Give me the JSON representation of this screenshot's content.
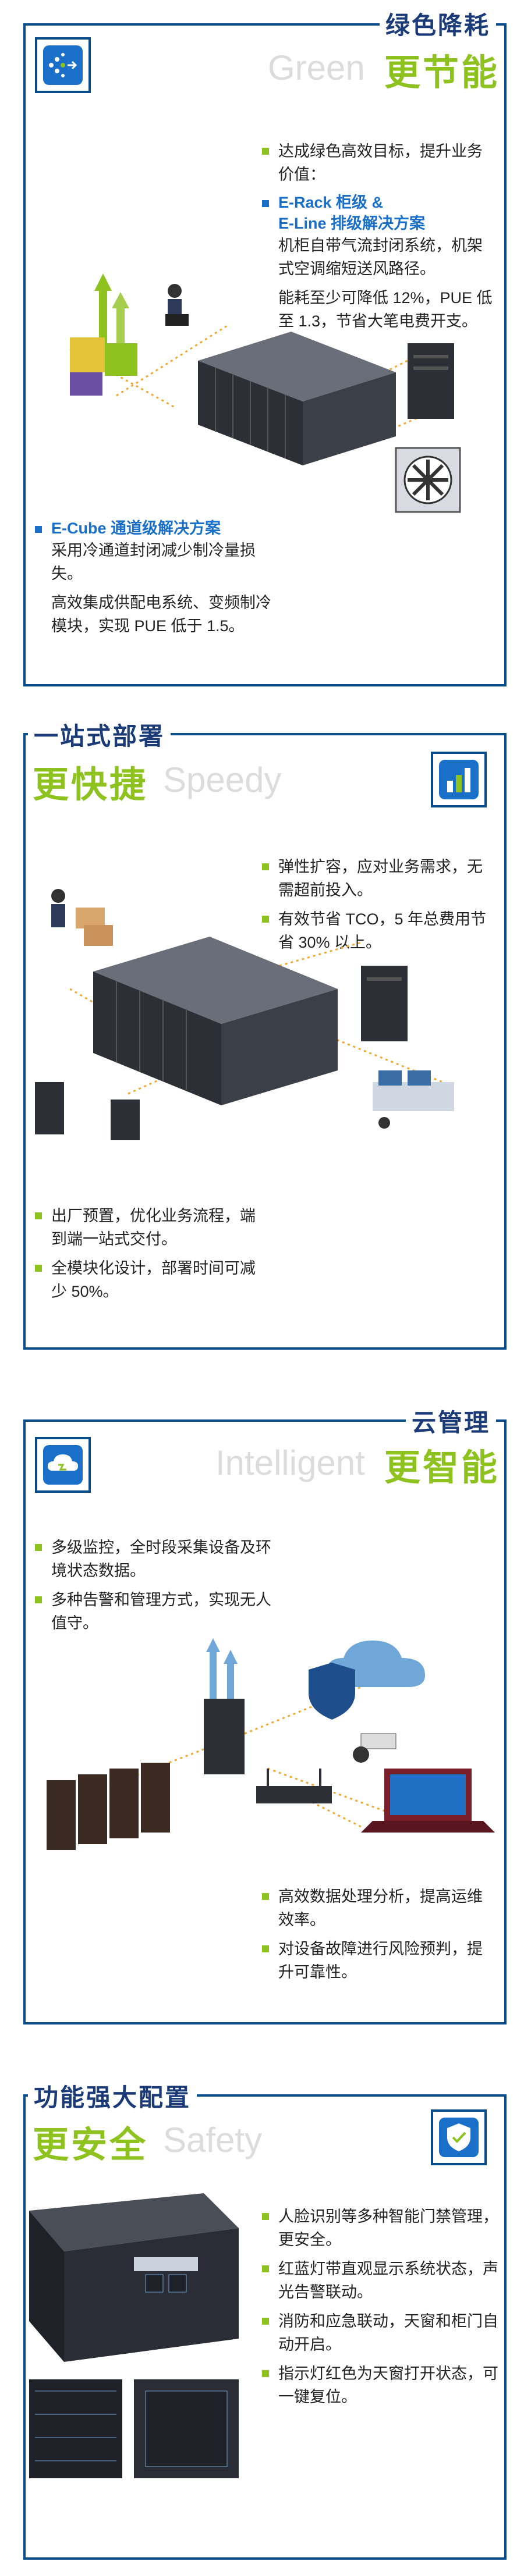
{
  "colors": {
    "brand_blue": "#0a4d8c",
    "accent_green": "#8dc21f",
    "bullet_blue": "#1a6fc9",
    "flow_orange": "#f0a830"
  },
  "green": {
    "title_cn": "绿色降耗",
    "title_en": "Green",
    "title_big": "更节能",
    "icon": "data-flow-icon",
    "intro": "达成绿色高效目标，提升业务价值：",
    "erack_head": "E-Rack 柜级 &",
    "erack_head2": "E-Line 排级解决方案",
    "erack_p1": "机柜自带气流封闭系统，机架式空调缩短送风路径。",
    "erack_p2": "能耗至少可降低 12%，PUE 低至 1.3，节省大笔电费开支。",
    "ecube_head": "E-Cube 通道级解决方案",
    "ecube_p1": "采用冷通道封闭减少制冷量损失。",
    "ecube_p2": "高效集成供配电系统、变频制冷模块，实现 PUE 低于 1.5。"
  },
  "speedy": {
    "title_cn": "一站式部署",
    "title_big": "更快捷",
    "title_en": "Speedy",
    "icon": "chart-bar-icon",
    "b1": "弹性扩容，应对业务需求，无需超前投入。",
    "b2": "有效节省 TCO，5 年总费用节省 30% 以上。",
    "b3": "出厂预置，优化业务流程，端到端一站式交付。",
    "b4": "全模块化设计，部署时间可减少 50%。"
  },
  "intelligent": {
    "title_cn": "云管理",
    "title_en": "Intelligent",
    "title_big": "更智能",
    "icon": "cloud-icon",
    "b1": "多级监控，全时段采集设备及环境状态数据。",
    "b2": "多种告警和管理方式，实现无人值守。",
    "b3": "高效数据处理分析，提高运维效率。",
    "b4": "对设备故障进行风险预判，提升可靠性。"
  },
  "safety": {
    "title_cn": "功能强大配置",
    "title_big": "更安全",
    "title_en": "Safety",
    "icon": "shield-icon",
    "b1": "人脸识别等多种智能门禁管理，更安全。",
    "b2": "红蓝灯带直观显示系统状态，声光告警联动。",
    "b3": "消防和应急联动，天窗和柜门自动开启。",
    "b4": "指示灯红色为天窗打开状态，可一键复位。"
  }
}
